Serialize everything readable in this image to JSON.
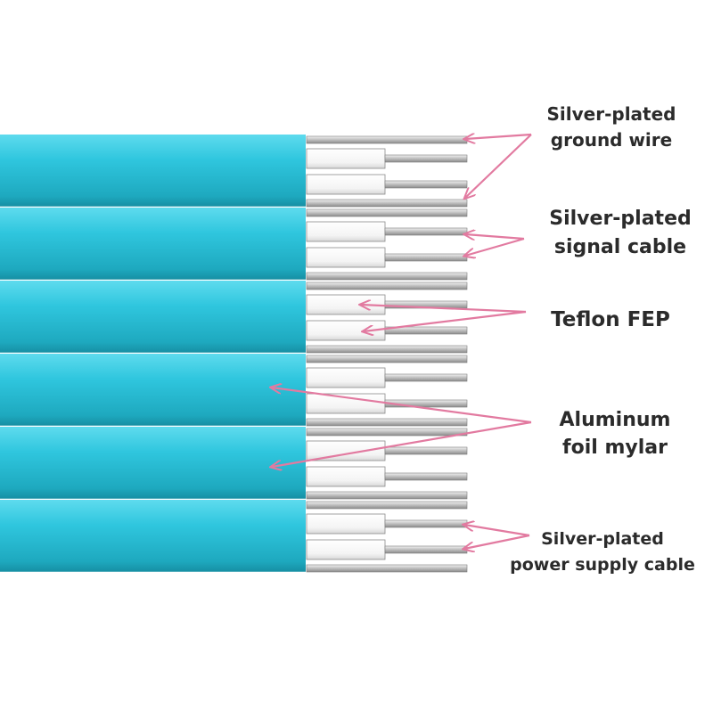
{
  "labels": {
    "ground_wire": [
      "Silver-plated",
      "ground wire"
    ],
    "signal_cable": [
      "Silver-plated",
      "signal cable"
    ],
    "teflon": [
      "Teflon FEP"
    ],
    "aluminum": [
      "Aluminum",
      "foil mylar"
    ],
    "power_cable": [
      "Silver-plated",
      "power supply cable"
    ]
  },
  "colors": {
    "jacket": "#2ec4dc",
    "jacket_dark": "#1aa2b8",
    "conductor": "#c9c9c9",
    "insulation": "#fbfbfb",
    "arrow": "#e27aa0",
    "text": "#2b2b2b"
  },
  "cable": {
    "pairs": 6,
    "icons": [
      "flat-ribbon-cable-icon",
      "arrow-icon"
    ]
  }
}
